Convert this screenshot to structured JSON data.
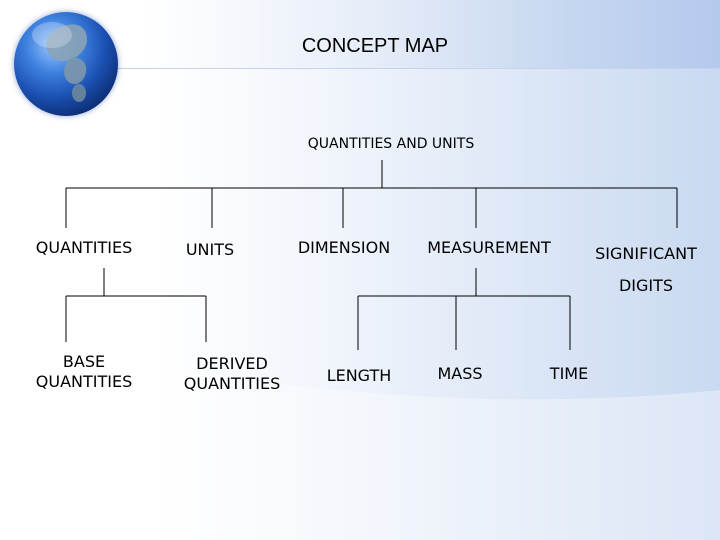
{
  "slide": {
    "title": "CONCEPT MAP",
    "background_accent": "#c9d9f1"
  },
  "concept_map": {
    "root": "QUANTITIES AND UNITS",
    "level1": {
      "quantities": "QUANTITIES",
      "units": "UNITS",
      "dimension": "DIMENSION",
      "measurement": "MEASUREMENT",
      "significant_digits": [
        "SIGNIFICANT",
        "DIGITS"
      ]
    },
    "level2": {
      "base_quantities": [
        "BASE",
        "QUANTITIES"
      ],
      "derived_quantities": [
        "DERIVED",
        "QUANTITIES"
      ],
      "length": "LENGTH",
      "mass": "MASS",
      "time": "TIME"
    }
  },
  "decorations": {
    "globe": "earth-globe-icon"
  }
}
